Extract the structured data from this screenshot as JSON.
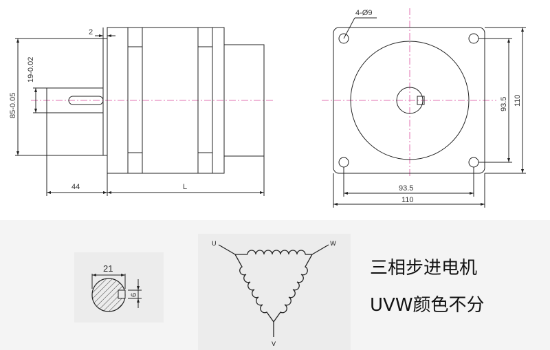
{
  "side_view": {
    "dim_flange_thickness": "2",
    "dim_shaft_length": "44",
    "dim_body_length": "L",
    "dim_pilot_diameter": "85-0.05",
    "dim_shaft_diameter": "19-0.02"
  },
  "front_view": {
    "dim_holes": "4-Ø9",
    "dim_hole_spacing_h": "93.5",
    "dim_flange_width": "110",
    "dim_hole_spacing_v": "93.5",
    "dim_flange_height": "110"
  },
  "shaft_section": {
    "dim_flat": "21",
    "dim_key": "6"
  },
  "wiring": {
    "terminal_u": "U",
    "terminal_w": "W",
    "terminal_v": "V"
  },
  "caption": {
    "line1": "三相步进电机",
    "line2": "UVW颜色不分"
  }
}
